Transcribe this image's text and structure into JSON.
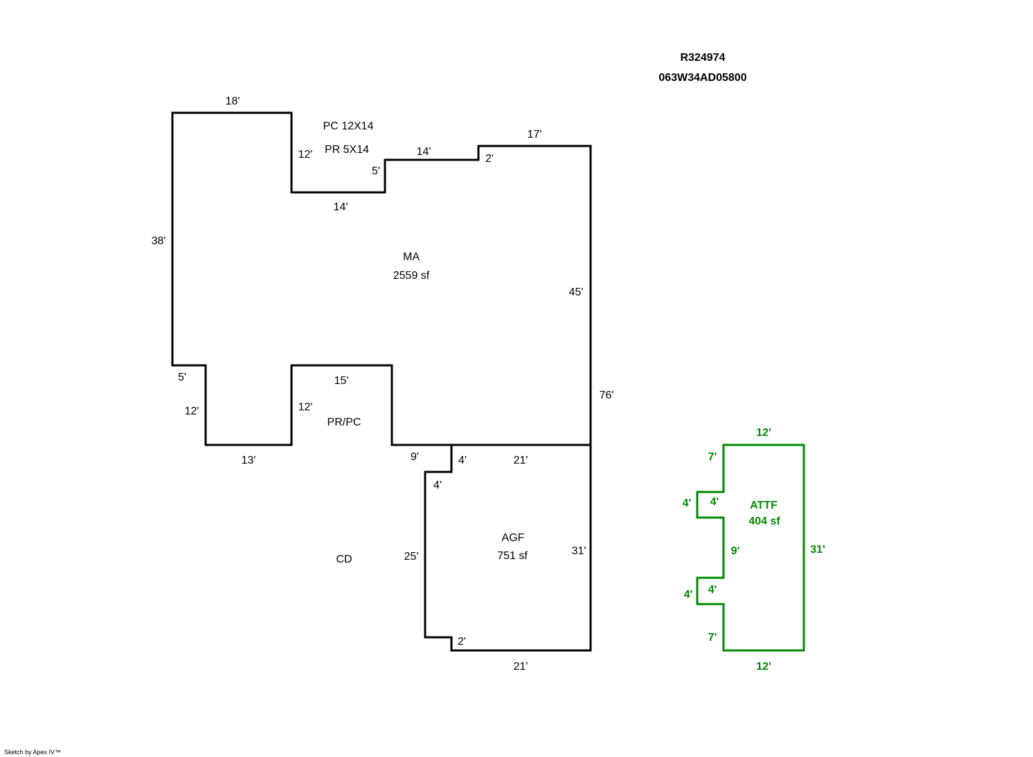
{
  "header": {
    "account": "R324974",
    "map_tax_lot": "063W34AD05800"
  },
  "footer": "Sketch by Apex IV™",
  "colors": {
    "main": "#000000",
    "attf": "#008a00"
  },
  "main_area": {
    "label": "MA",
    "area": "2559 sf",
    "dims": [
      "18'",
      "12'",
      "14'",
      "5'",
      "14'",
      "2'",
      "17'",
      "45'",
      "76'",
      "38'",
      "5'",
      "12'",
      "13'",
      "12'",
      "15'",
      "9'"
    ]
  },
  "porch_notes": {
    "pc": "PC 12X14",
    "pr": "PR 5X14",
    "prpc": "PR/PC",
    "cd": "CD"
  },
  "garage": {
    "label": "AGF",
    "area": "751 sf",
    "dims": [
      "4'",
      "21'",
      "4'",
      "25'",
      "31'",
      "2'",
      "21'"
    ]
  },
  "attf": {
    "label": "ATTF",
    "area": "404 sf",
    "dims": [
      "12'",
      "7'",
      "4'",
      "4'",
      "9'",
      "31'",
      "4'",
      "4'",
      "7'",
      "12'"
    ]
  }
}
